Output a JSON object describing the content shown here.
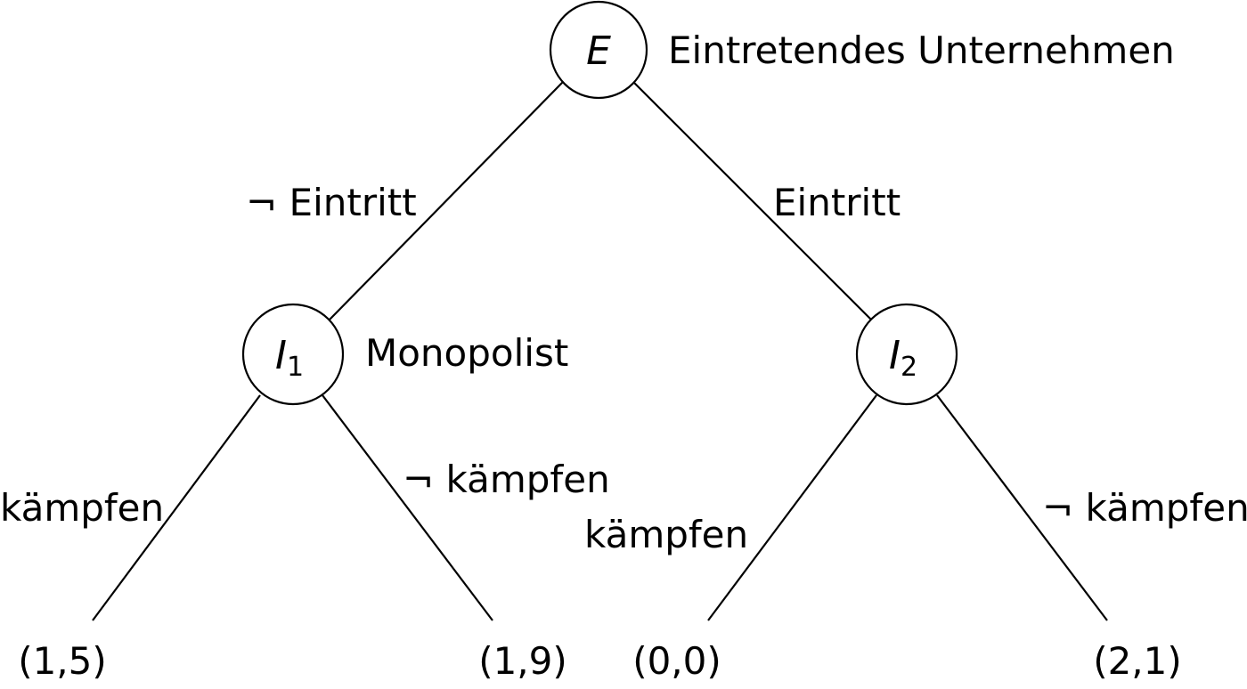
{
  "nodes": {
    "root": {
      "label": "E",
      "description": "Eintretendes Unternehmen"
    },
    "incumbent_1": {
      "label": "I",
      "subscript": "1",
      "description": "Monopolist"
    },
    "incumbent_2": {
      "label": "I",
      "subscript": "2"
    }
  },
  "edges": {
    "root_left": "¬ Eintritt",
    "root_right": "Eintritt",
    "i1_left": "kämpfen",
    "i1_right": "¬ kämpfen",
    "i2_left": "kämpfen",
    "i2_right": "¬ kämpfen"
  },
  "payoffs": {
    "leaf_1": "(1,5)",
    "leaf_2": "(1,9)",
    "leaf_3": "(0,0)",
    "leaf_4": "(2,1)"
  }
}
